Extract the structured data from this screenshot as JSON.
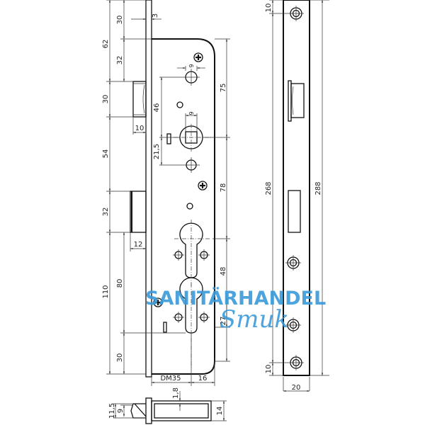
{
  "drawing": {
    "title": "Mortise lock technical drawing",
    "units": "mm",
    "front_view": {
      "dimensions_left": {
        "top_to_latch": "62",
        "faceplate_top_segment": "30",
        "upper_segment": "32",
        "latch_height": "30",
        "latch_to_bolt": "54",
        "bolt_height": "32",
        "bottom_total": "110",
        "bolt_to_bottom_inner": "80",
        "bottom_segment": "30"
      },
      "dimensions_horizontal": {
        "faceplate_thickness": "3",
        "latch_projection": "10",
        "bolt_projection": "12",
        "hole_diameter_top": "9",
        "follower_square": "9",
        "backset": "DM35",
        "cylinder_to_edge": "16"
      },
      "dimensions_inner": {
        "follower_to_top_hole": "46",
        "follower_to_bottom_hole": "21,5"
      },
      "dimensions_right": {
        "top_to_follower": "75",
        "follower_to_cylinder": "78",
        "cylinder_to_lower": "48",
        "lower_to_bottom": "27"
      }
    },
    "faceplate_view": {
      "top_screw_offset": "10",
      "bottom_screw_offset": "10",
      "length_inner": "268",
      "length_outer": "288",
      "width": "20"
    },
    "bottom_view": {
      "faceplate_depth": "1,8",
      "latch_total": "11,5",
      "latch_inner": "9",
      "case_thickness": "14"
    },
    "watermark": {
      "line1": "SANITÄRHANDEL",
      "line2": "Smuk",
      "color": "#3a9ad9"
    }
  }
}
